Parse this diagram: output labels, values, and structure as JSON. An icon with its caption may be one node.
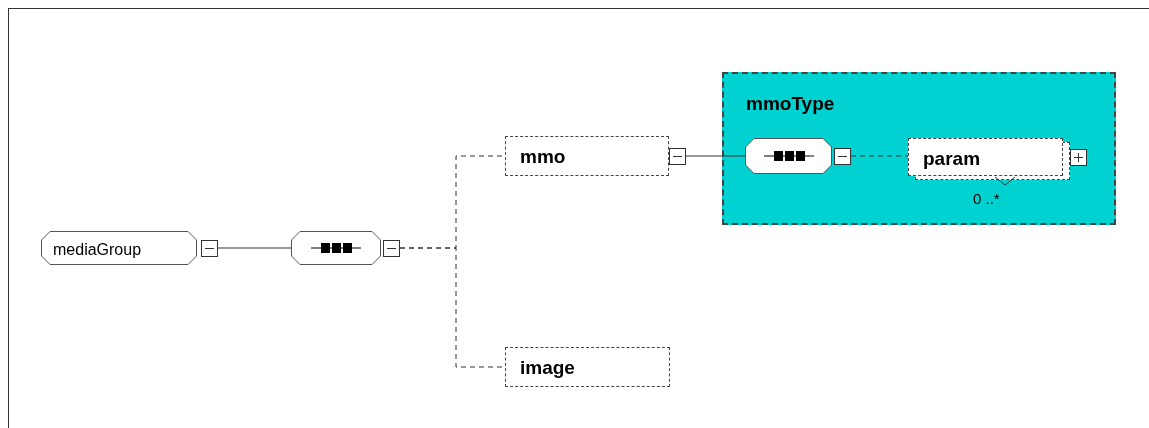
{
  "diagram": {
    "nodes": [
      {
        "text": [
          "mediaGroup"
        ]
      },
      {
        "text": [],
        "shape": "octagon"
      },
      {
        "text": [
          "mmo"
        ]
      },
      {
        "text": [
          "image"
        ]
      },
      {
        "text": [
          "mmoType"
        ]
      },
      {
        "text": [],
        "shape": "octagon",
        "in": 4
      },
      {
        "text": [
          "param"
        ],
        "in": 4,
        "beside": [
          "0 ..*"
        ]
      }
    ],
    "edges": [
      {
        "from": 0,
        "to": 1,
        "arrow": "none"
      },
      {
        "from": 1,
        "to": 2,
        "arrow": "none",
        "style": "dashed"
      },
      {
        "from": 1,
        "to": 3,
        "arrow": "none",
        "style": "dashed"
      },
      {
        "from": 2,
        "to": 5,
        "arrow": "none"
      },
      {
        "from": 5,
        "to": 6,
        "arrow": "none",
        "style": "dashed"
      }
    ]
  }
}
